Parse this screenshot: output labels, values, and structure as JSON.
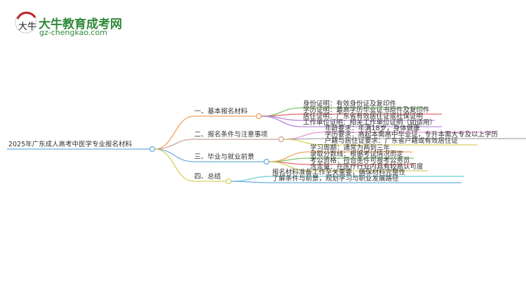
{
  "logo": {
    "brand": "大牛教育成考网",
    "url": "gz-chengkao.com",
    "mark": "大牛"
  },
  "root": {
    "label": "2025年广东成人高考中医学专业报名材料",
    "color": "#6aaee0"
  },
  "branches": [
    {
      "label": "一、基本报名材料",
      "color": "#f5a25d",
      "children": [
        {
          "label": "身份证明：有效身份证及复印件",
          "color": "#7cc36a"
        },
        {
          "label": "学历证明：最高学历毕业证书原件及复印件",
          "color": "#e8686a"
        },
        {
          "label": "居住证明：广东省有效居住证或社保证明",
          "color": "#b58ad8"
        },
        {
          "label": "工作单位证明：相关工作单位证明（如适用）",
          "color": "#b58ad8"
        }
      ]
    },
    {
      "label": "二、报名条件与注意事项",
      "color": "#c9a6a0",
      "children": [
        {
          "label": "年龄要求：年满18岁，身体健康",
          "color": "#e89ad0"
        },
        {
          "label": "学历要求：高起本需高中毕业证，专升本需大专及以上学历",
          "color": "#aaaaaa"
        },
        {
          "label": "户籍与居住证要求：广东省户籍或有效居住证",
          "color": "#d8d060"
        }
      ]
    },
    {
      "label": "三、毕业与就业前景",
      "color": "#6aaee0",
      "children": [
        {
          "label": "学习周期：通常为两到三年",
          "color": "#f5a25d"
        },
        {
          "label": "录取分数线：根据考试情况而定",
          "color": "#7cc36a"
        },
        {
          "label": "考公资格：符合条件可报考公务员",
          "color": "#e8686a"
        },
        {
          "label": "含金量：在医疗行业内具有较高认可度",
          "color": "#d8d060"
        }
      ]
    },
    {
      "label": "四、总结",
      "color": "#d8d060",
      "children": [
        {
          "label": "报名材料准备工作至关重要，确保材料完整性",
          "color": "#6fd0e0"
        },
        {
          "label": "了解条件与前景，规划学习与职业发展路径",
          "color": "#6aaee0"
        }
      ]
    }
  ]
}
